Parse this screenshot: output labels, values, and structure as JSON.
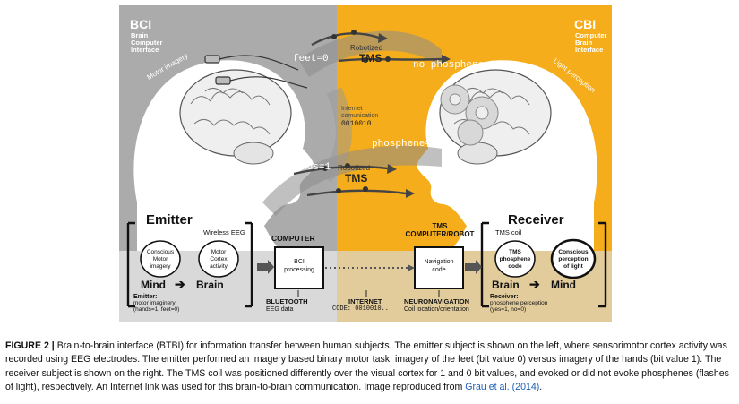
{
  "figure": {
    "bci": {
      "title": "BCI",
      "subtitle_lines": [
        "Brain",
        "Computer",
        "Interface"
      ]
    },
    "cbi": {
      "title": "CBI",
      "subtitle_lines": [
        "Computer",
        "Brain",
        "Interface"
      ]
    },
    "motor_imagery": "Motor imagery",
    "light_perception": "Light perception",
    "feet_label": "feet=0",
    "hands_label": "hands=1",
    "robotized_tms_top": {
      "line1": "Robotized",
      "line2": "TMS"
    },
    "robotized_tms_bottom": {
      "line1": "Robotized",
      "line2": "TMS"
    },
    "no_phosphene_label": "no phosphene=0",
    "phosphene_label": "phosphene=1",
    "internet_comm": {
      "line1": "Internet",
      "line2": "comunication",
      "code": "0010010…"
    },
    "emitter": {
      "title": "Emitter",
      "wireless": "Wireless EEG",
      "conscious_motor": [
        "Conscious",
        "Motor",
        "imagery"
      ],
      "motor_cortex": [
        "Motor",
        "Cortex",
        "activity"
      ],
      "mind": "Mind",
      "brain": "Brain",
      "footer_title": "Emitter:",
      "footer_lines": [
        "motor imaginery",
        "(hands=1, feet=0)"
      ]
    },
    "computer": {
      "title": "COMPUTER",
      "box_lines": [
        "BCI",
        "processing"
      ],
      "footer_title": "BLUETOOTH",
      "footer_line": "EEG data"
    },
    "internet": {
      "title": "INTERNET",
      "code": "CODE: 0010010.."
    },
    "tms": {
      "title_lines": [
        "TMS",
        "COMPUTER/ROBOT"
      ],
      "box_lines": [
        "Navigation",
        "code"
      ],
      "footer_title": "NEURONAVIGATION",
      "footer_line": "Coil location/orientation"
    },
    "receiver": {
      "title": "Receiver",
      "coil": "TMS coil",
      "phosphene_code": [
        "TMS",
        "phosphene",
        "code"
      ],
      "perception": [
        "Conscious",
        "perception",
        "of light"
      ],
      "brain": "Brain",
      "mind": "Mind",
      "footer_title": "Receiver:",
      "footer_lines": [
        "phosphene perception",
        "(yes=1, no=0)"
      ]
    },
    "colors": {
      "gold": "#f5ad1b",
      "gray": "#a9a9a9",
      "light_gray": "#d6d6d6",
      "dark": "#1a1a1a"
    }
  },
  "caption": {
    "label": "FIGURE 2 |",
    "text": " Brain-to-brain interface (BTBI) for information transfer between human subjects. The emitter subject is shown on the left, where sensorimotor cortex activity was recorded using EEG electrodes. The emitter performed an imagery based binary motor task: imagery of the feet (bit value 0) versus imagery of the hands (bit value 1). The receiver subject is shown on the right. The TMS coil was positioned differently over the visual cortex for 1 and 0 bit values, and evoked or did not evoke phosphenes (flashes of light), respectively. An Internet link was used for this brain-to-brain communication. Image reproduced from ",
    "citation": "Grau et al. (2014)",
    "end": "."
  }
}
